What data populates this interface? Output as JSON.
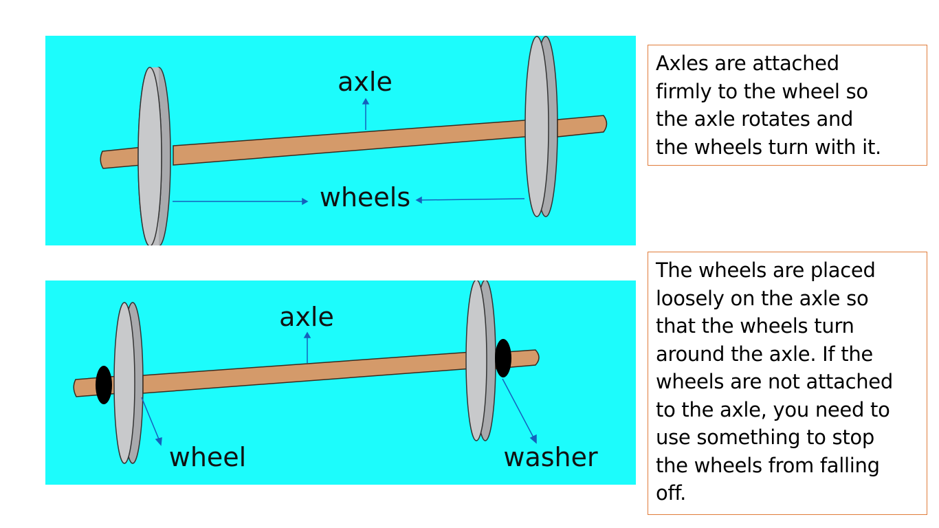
{
  "diagram_top": {
    "label_axle": "axle",
    "label_wheels": "wheels"
  },
  "diagram_bottom": {
    "label_axle": "axle",
    "label_wheel": "wheel",
    "label_washer": "washer"
  },
  "text_top": {
    "lines": [
      "Axles are attached",
      "firmly to the wheel so",
      "the axle rotates and",
      "the wheels turn with it."
    ]
  },
  "text_bottom": {
    "lines": [
      "The wheels are placed",
      "loosely on the axle so",
      "that the wheels turn",
      "around the axle. If the",
      "wheels are not attached",
      "to the axle, you need to",
      "use something to stop",
      "the wheels from falling",
      "off."
    ]
  },
  "colors": {
    "background_panel": "#1cfcfc",
    "axle": "#d49a6a",
    "wheel": "#c8c9cb",
    "washer": "#000000",
    "pointer": "#1560bd",
    "text_box_border": "#e07b39"
  }
}
